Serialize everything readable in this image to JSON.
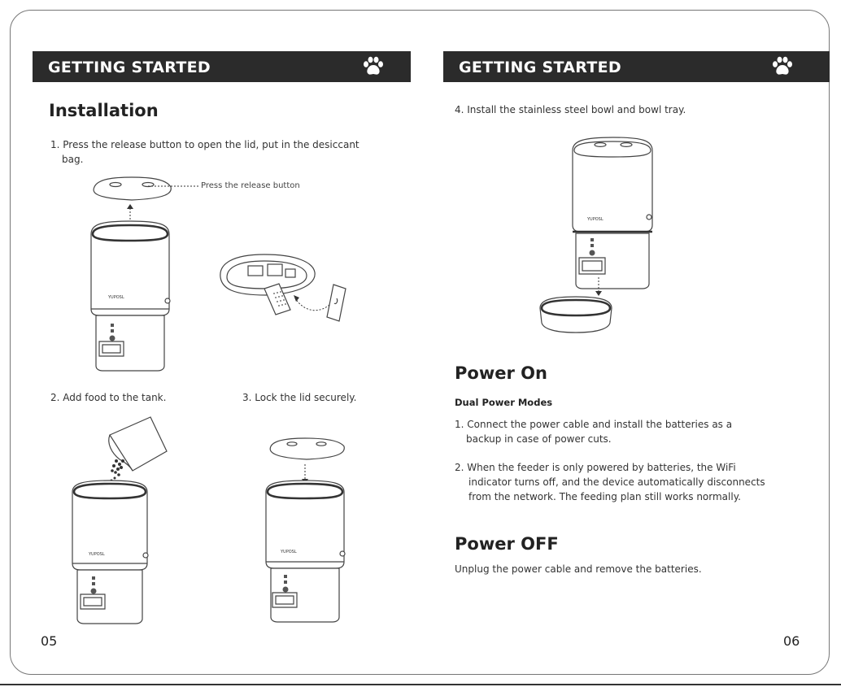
{
  "left_page": {
    "banner_title": "GETTING STARTED",
    "heading": "Installation",
    "step1_line1": "1. Press the release button to open the lid, put in the desiccant",
    "step1_line2": "bag.",
    "callout": "Press the release button",
    "step2": "2. Add food to the tank.",
    "step3": "3. Lock the lid securely.",
    "brand_on_device": "YUPOSL",
    "page_number": "05"
  },
  "right_page": {
    "banner_title": "GETTING STARTED",
    "step4": "4. Install the stainless steel bowl and bowl tray.",
    "power_on_heading": "Power On",
    "dual_modes_heading": "Dual Power Modes",
    "po1_line1": "1. Connect the power cable and install the batteries as a",
    "po1_line2": "backup in case of power cuts.",
    "po2_line1": "2. When the feeder is only powered by batteries, the WiFi",
    "po2_line2": "indicator turns off, and the device automatically disconnects",
    "po2_line3": "from the network. The feeding plan still works normally.",
    "power_off_heading": "Power OFF",
    "power_off_text": "Unplug the power cable and remove the batteries.",
    "brand_on_device": "YUPOSL",
    "page_number": "06"
  },
  "icons": [
    "paw-icon"
  ],
  "colors": {
    "banner": "#2b2b2b",
    "banner_text": "#ffffff",
    "text": "#333333"
  }
}
